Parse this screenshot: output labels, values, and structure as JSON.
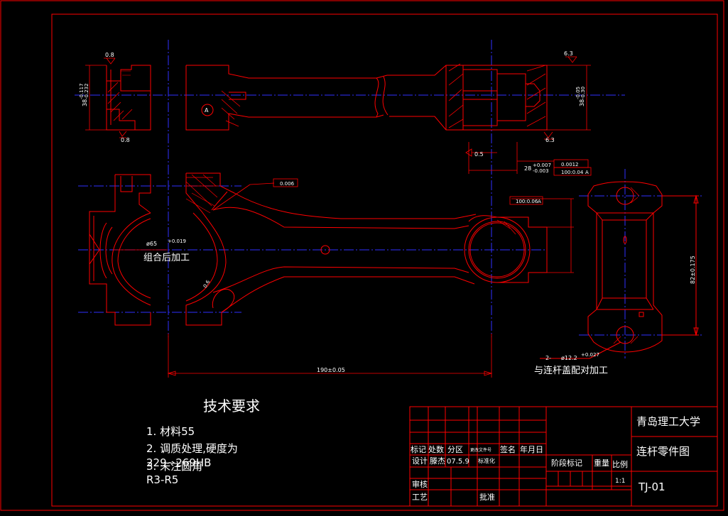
{
  "title_block": {
    "university": "青岛理工大学",
    "part_name": "连杆零件图",
    "drawing_no": "TJ-01",
    "h_mark": "标记",
    "h_count": "处数",
    "h_zone": "分区",
    "h_docno": "更改文件号",
    "h_sign": "签名",
    "h_date": "年月日",
    "design_label": "设计",
    "designer": "滕杰",
    "design_date": "07.5.9",
    "std_label": "标准化",
    "stage_label": "阶段标记",
    "weight_label": "重量",
    "scale_label": "比例",
    "scale_value": "1:1",
    "review_label": "审核",
    "process_label": "工艺",
    "approve_label": "批准"
  },
  "tech_requirements": {
    "heading": "技术要求",
    "line1": "1. 材料55",
    "line2": "2. 调质处理,硬度为",
    "line3": "229~269HB",
    "line4": "3. 未注圆角",
    "line5": "R3-R5"
  },
  "dimensions": {
    "d_08_top": "0.8",
    "d_08_bot": "0.8",
    "d_63_top": "6.3",
    "d_63_bot": "6.3",
    "d_05": "0.5",
    "d_left_h1": "38",
    "d_left_h2": "-0.117",
    "d_left_h3": "-0.232",
    "d_right_h1": "38",
    "d_right_h2": "-0.05",
    "d_right_h3": "-0.30",
    "d_28a": "28",
    "d_28b": "+0.007",
    "d_28c": "-0.003",
    "tol_1": "0.0012",
    "tol_2": "100:0.04",
    "tol_3": "A",
    "tol_4": "0.006",
    "tol_5": "100:0.06",
    "tol_6": "A",
    "bore_dim": "ø65",
    "bore_tol": "+0.019",
    "bore_note": "组合后加工",
    "len_190": "190±0.05",
    "h_82": "82±0.175",
    "pin_prefix": "2-",
    "pin_dim": "ø12.2",
    "pin_tol": "+0.027",
    "pin_note": "与连杆盖配对加工",
    "datum_a": "A",
    "d_06": "0.6"
  },
  "colors": {
    "background": "#000000",
    "outline": "#ff0000",
    "centerline": "#0000ff",
    "text": "#ffffff"
  }
}
